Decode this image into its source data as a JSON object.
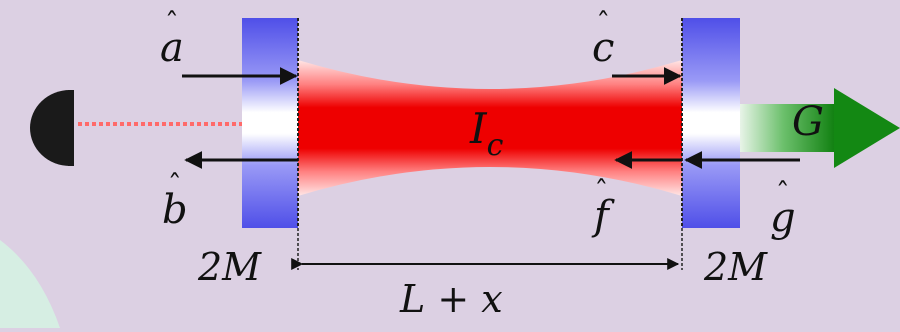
{
  "labels": {
    "a": "a",
    "b": "b",
    "c": "c",
    "f": "f",
    "g": "g",
    "G": "G",
    "intensity": "I",
    "intensity_sub": "c",
    "mass_left": "2M",
    "mass_right": "2M",
    "length": "L + x"
  },
  "colors": {
    "background": "#dcd0e3",
    "mirror": "#5555ee",
    "beam_core": "#ee0000",
    "beam_edge": "#ffd6d6",
    "output_arrow": "#1a8a1a",
    "detector": "#1a1a1a",
    "laser_dots": "#ff6a6a"
  },
  "icons": {
    "detector": "photodetector-icon",
    "output": "output-arrow-icon"
  }
}
